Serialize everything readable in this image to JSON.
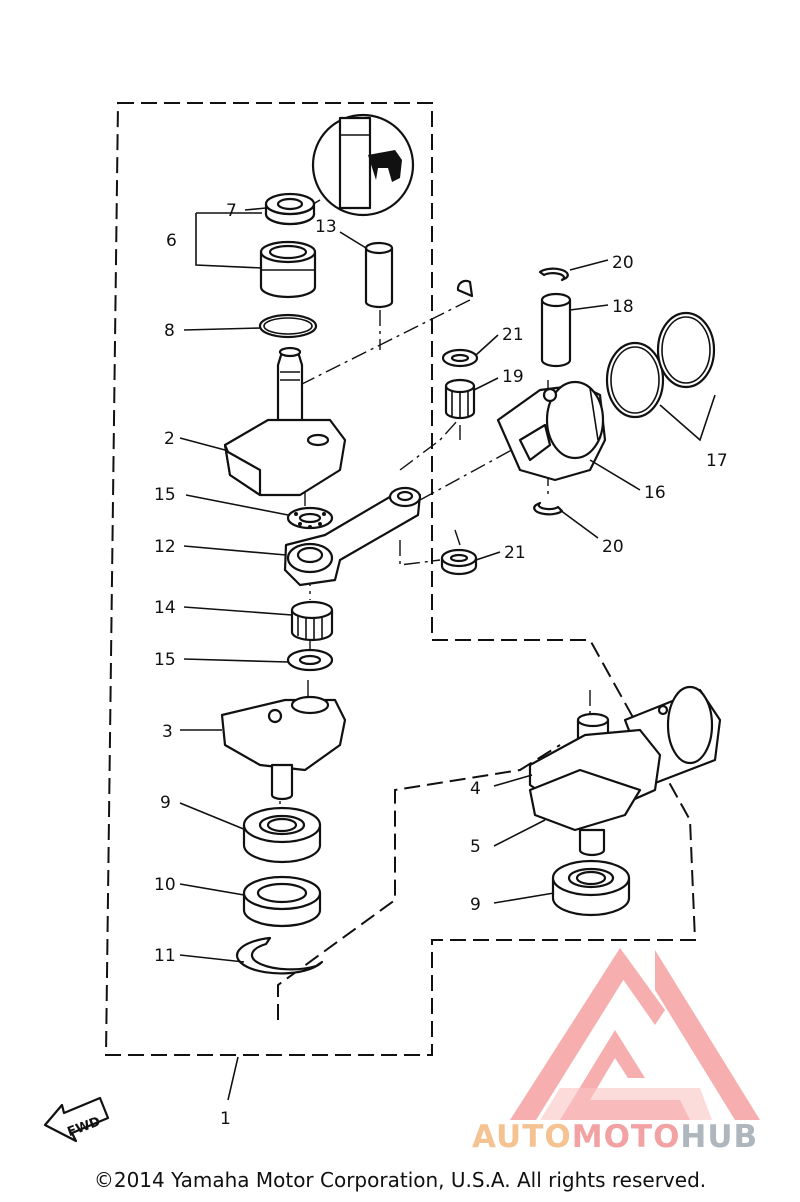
{
  "callouts": [
    {
      "id": "c7",
      "label": "7"
    },
    {
      "id": "c6",
      "label": "6"
    },
    {
      "id": "c13",
      "label": "13"
    },
    {
      "id": "c8",
      "label": "8"
    },
    {
      "id": "c2",
      "label": "2"
    },
    {
      "id": "c15a",
      "label": "15"
    },
    {
      "id": "c12",
      "label": "12"
    },
    {
      "id": "c14",
      "label": "14"
    },
    {
      "id": "c15b",
      "label": "15"
    },
    {
      "id": "c3",
      "label": "3"
    },
    {
      "id": "c9a",
      "label": "9"
    },
    {
      "id": "c10",
      "label": "10"
    },
    {
      "id": "c11",
      "label": "11"
    },
    {
      "id": "c1",
      "label": "1"
    },
    {
      "id": "c20a",
      "label": "20"
    },
    {
      "id": "c18",
      "label": "18"
    },
    {
      "id": "c21a",
      "label": "21"
    },
    {
      "id": "c19",
      "label": "19"
    },
    {
      "id": "c17",
      "label": "17"
    },
    {
      "id": "c16",
      "label": "16"
    },
    {
      "id": "c20b",
      "label": "20"
    },
    {
      "id": "c21b",
      "label": "21"
    },
    {
      "id": "c4",
      "label": "4"
    },
    {
      "id": "c5",
      "label": "5"
    },
    {
      "id": "c9b",
      "label": "9"
    }
  ],
  "fwd_label": "FWD",
  "watermark": {
    "part1": "AUTO",
    "part2": "MOTO",
    "part3": "HUB"
  },
  "copyright": "©2014 Yamaha Motor Corporation, U.S.A. All rights reserved.",
  "colors": {
    "watermark_red": "#f08a8a",
    "watermark_orange": "#f5c291",
    "watermark_gray": "#aeb6be",
    "line": "#111111"
  }
}
